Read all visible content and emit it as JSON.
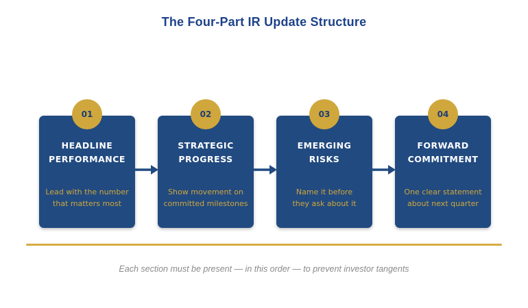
{
  "title": "The Four-Part IR Update Structure",
  "steps": [
    {
      "number": "01",
      "title": "HEADLINE\nPERFORMANCE",
      "description": "Lead with the number\nthat matters most"
    },
    {
      "number": "02",
      "title": "STRATEGIC\nPROGRESS",
      "description": "Show movement on\ncommitted milestones"
    },
    {
      "number": "03",
      "title": "EMERGING\nRISKS",
      "description": "Name it before\nthey ask about it"
    },
    {
      "number": "04",
      "title": "FORWARD\nCOMMITMENT",
      "description": "One clear statement\nabout next quarter"
    }
  ],
  "footer": "Each section must be present — in this order — to prevent investor tangents",
  "colors": {
    "box_navy": "#214a80",
    "title_navy": "#1d428a",
    "accent_gold": "#d0a73c",
    "divider_gold": "#d6ac44",
    "footer_gray": "#8a8a8a",
    "step_title_white": "#ffffff"
  }
}
